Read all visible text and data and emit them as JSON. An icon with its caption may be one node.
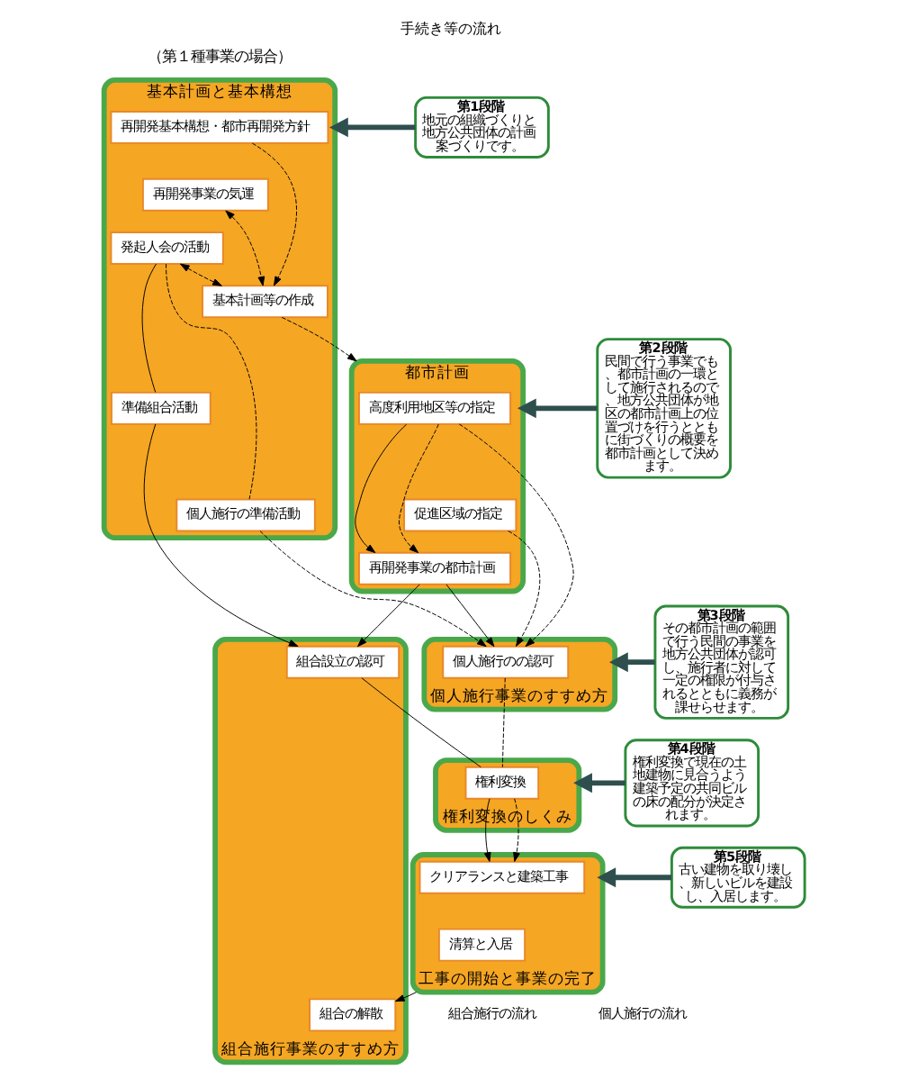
{
  "diagram": {
    "title": "手続き等の流れ",
    "nodes": [
      {
        "text": [
          "基本計画と基本構想"
        ]
      },
      {
        "text": [
          "再開発基本構想・都市再開発方針"
        ],
        "in": 0
      },
      {
        "text": [
          "再開発事業の気運"
        ],
        "in": 0
      },
      {
        "text": [
          "発起人会の活動"
        ],
        "in": 0
      },
      {
        "text": [
          "準備組合活動"
        ],
        "in": 0
      },
      {
        "text": [
          "個人施行の準備活動"
        ],
        "in": 0
      },
      {
        "text": [
          "基本計画等の作成"
        ],
        "in": 0
      },
      {
        "text": [
          "都市計画"
        ]
      },
      {
        "text": [
          "高度利用地区等の指定"
        ],
        "in": 7
      },
      {
        "text": [
          "促進区域の指定"
        ],
        "in": 7
      },
      {
        "text": [
          "再開発事業の都市計画"
        ],
        "in": 7
      },
      {
        "text": [
          "個人施行事業のすすめ方"
        ]
      },
      {
        "text": [
          "個人施行のの認可"
        ],
        "in": 11
      },
      {
        "text": [
          "組合施行事業のすすめ方"
        ]
      },
      {
        "text": [
          "組合設立の認可"
        ],
        "in": 13
      },
      {
        "text": [
          "組合の解散"
        ],
        "in": 13
      },
      {
        "text": [
          "権利変換のしくみ"
        ]
      },
      {
        "text": [
          "権利変換"
        ],
        "in": 16
      },
      {
        "text": [
          "工事の開始と事業の完了"
        ]
      },
      {
        "text": [
          "クリアランスと建築工事"
        ],
        "in": 18
      },
      {
        "text": [
          "清算と入居"
        ],
        "in": 18
      },
      {
        "text": [
          "第1段階",
          "地元の組織づくりと地方公共団体の計画案づくりです。"
        ]
      },
      {
        "text": [
          "第2段階",
          "民間で行う事業でも、都市計画の一環として施行されるので、地方公共団体が地区の都市計画上の位置づけを行うとともに街づくりの概要を都市計画として決めます。"
        ]
      },
      {
        "text": [
          "第3段階",
          "その都市計画の範囲で行う民間の事業を地方公共団体が認可し、施行者に対して一定の権限が付与されるとともに義務が課せらせます。"
        ]
      },
      {
        "text": [
          "第4段階",
          "権利変換で現在の土地建物に見合うよう建築予定の共同ビルの床の配分が決定されます。"
        ]
      },
      {
        "text": [
          "第5段階",
          "古い建物を取り壊し、新しいビルを建設し、入居します。"
        ]
      }
    ],
    "edges": [
      {
        "from": 1,
        "to": 6,
        "arrow": "to",
        "style": "dashed"
      },
      {
        "from": 2,
        "to": 6,
        "arrow": "both",
        "style": "dashed"
      },
      {
        "from": 3,
        "to": 6,
        "arrow": "both",
        "style": "dashed"
      },
      {
        "from": 3,
        "to": 4,
        "arrow": "none"
      },
      {
        "from": 3,
        "to": 5,
        "arrow": "none",
        "style": "dashed"
      },
      {
        "from": 6,
        "to": 7,
        "arrow": "to",
        "style": "dashed"
      },
      {
        "from": 4,
        "to": 14,
        "arrow": "to"
      },
      {
        "from": 5,
        "to": 12,
        "arrow": "to",
        "style": "dashed"
      },
      {
        "from": 8,
        "to": 10,
        "arrow": "to"
      },
      {
        "from": 8,
        "to": 10,
        "arrow": "to",
        "style": "dashed"
      },
      {
        "from": 10,
        "to": 14,
        "arrow": "to"
      },
      {
        "from": 10,
        "to": 12,
        "arrow": "to"
      },
      {
        "from": 8,
        "to": 12,
        "arrow": "to",
        "style": "dashed"
      },
      {
        "from": 9,
        "to": 12,
        "arrow": "to",
        "style": "dashed"
      },
      {
        "from": 14,
        "to": 17,
        "arrow": "none"
      },
      {
        "from": 12,
        "to": 17,
        "arrow": "none",
        "style": "dashed"
      },
      {
        "from": 17,
        "to": 19,
        "arrow": "to"
      },
      {
        "from": 17,
        "to": 19,
        "arrow": "to",
        "style": "dashed"
      },
      {
        "from": 18,
        "to": 15,
        "arrow": "to"
      },
      {
        "from": 21,
        "to": 0,
        "arrow": "to",
        "style": "thick"
      },
      {
        "from": 22,
        "to": 7,
        "arrow": "to",
        "style": "thick"
      },
      {
        "from": 23,
        "to": 11,
        "arrow": "to",
        "style": "thick"
      },
      {
        "from": 24,
        "to": 16,
        "arrow": "to",
        "style": "thick"
      },
      {
        "from": 25,
        "to": 18,
        "arrow": "to",
        "style": "thick"
      }
    ],
    "labels": [
      "（第１種事業の場合）"
    ],
    "legend": [
      {
        "text": "組合施行の流れ"
      },
      {
        "text": "個人施行の流れ"
      }
    ]
  }
}
